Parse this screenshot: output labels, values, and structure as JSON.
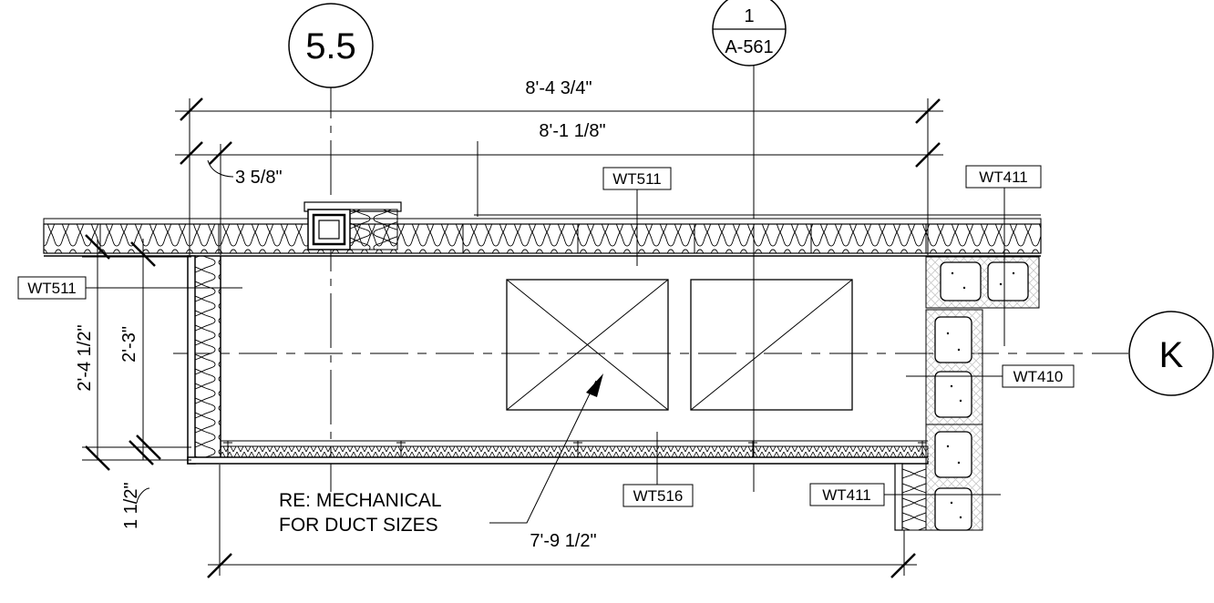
{
  "grid": {
    "col_55": "5.5",
    "detail_num": "1",
    "detail_sheet": "A-561",
    "row_k": "K"
  },
  "dimensions": {
    "overall_top": "8'-4 3/4\"",
    "inner_top": "8'-1 1/8\"",
    "offset_left": "3 5/8\"",
    "overall_left": "2'-4 1/2\"",
    "inner_left": "2'-3\"",
    "bottom_small": "1 1/2\"",
    "overall_bottom": "7'-9 1/2\""
  },
  "tags": {
    "wt511_top": "WT511",
    "wt411_top": "WT411",
    "wt511_left": "WT511",
    "wt410": "WT410",
    "wt516": "WT516",
    "wt411_bottom": "WT411"
  },
  "note": {
    "line1": "RE: MECHANICAL",
    "line2": "FOR DUCT SIZES"
  }
}
